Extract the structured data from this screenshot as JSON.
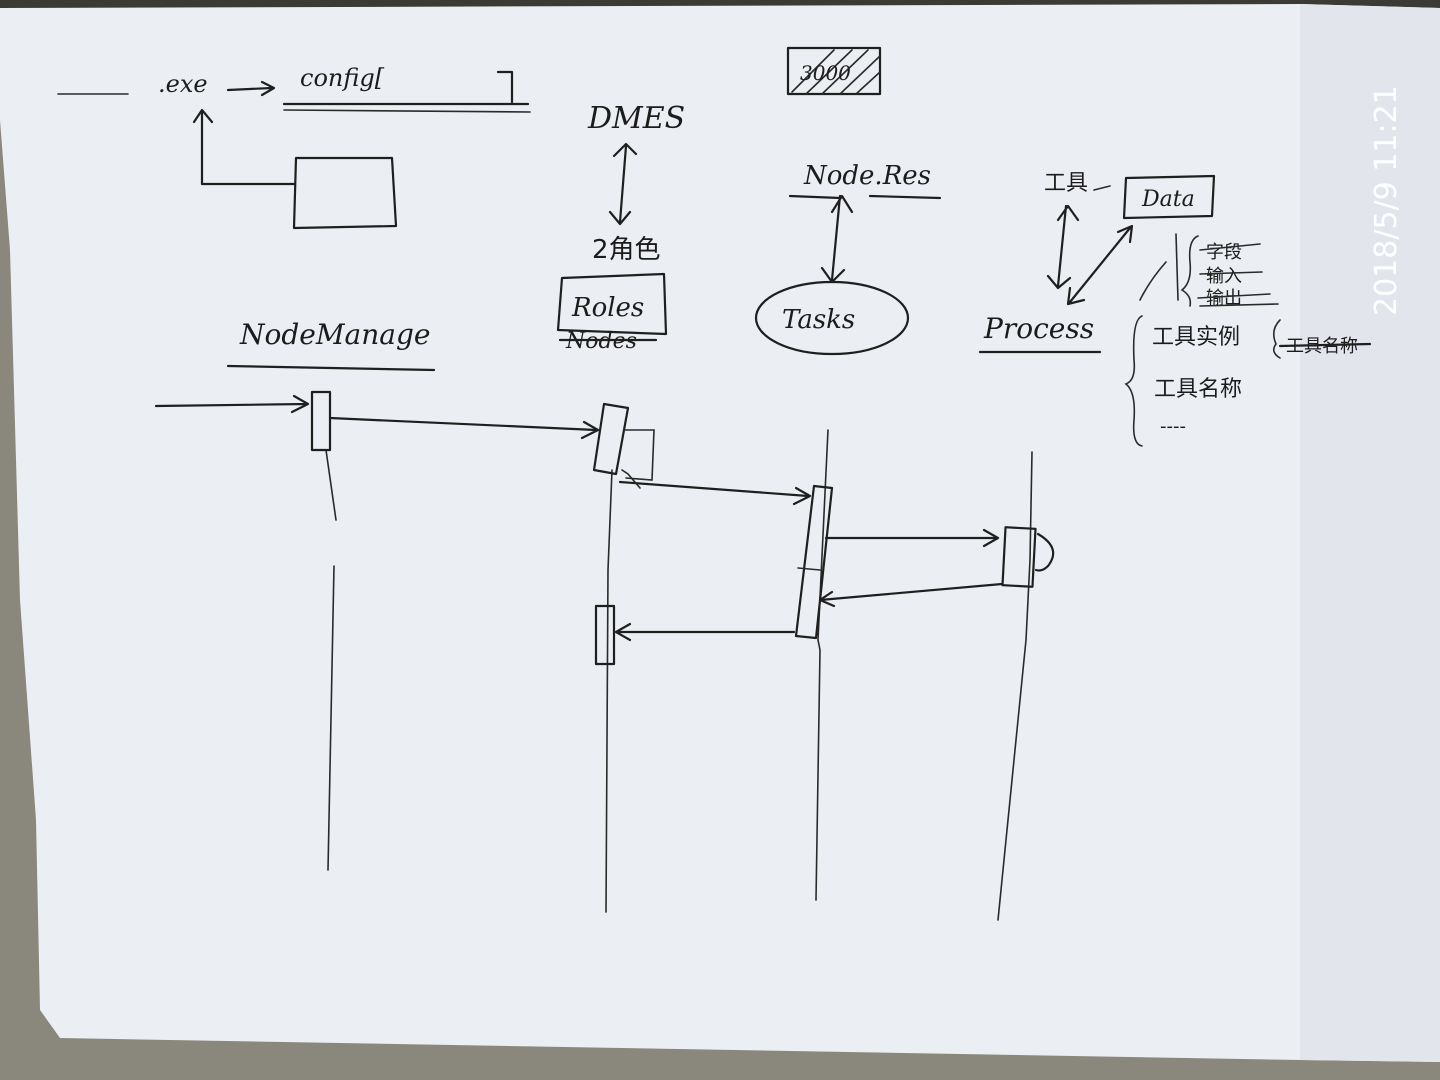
{
  "diagram": {
    "participants": [
      {
        "id": "nodemanage",
        "label": "NodeManage"
      },
      {
        "id": "roles",
        "label": "Roles",
        "struck": "Nodes"
      },
      {
        "id": "tasks",
        "label": "Tasks"
      },
      {
        "id": "process",
        "label": "Process"
      }
    ],
    "top": {
      "exe": ".exe",
      "config": "config[",
      "dmes": "DMES",
      "roles_note": "2角色",
      "node_res": "Node.Res",
      "hatched": "3000",
      "tool": "工具",
      "data": "Data"
    },
    "process_notes": {
      "struck_list": [
        "字段",
        "输入",
        "输出"
      ],
      "list": [
        "工具实例",
        "工具名称",
        "----"
      ],
      "side_struck": "工具名称"
    },
    "timestamp": "2018/5/9  11:21"
  }
}
